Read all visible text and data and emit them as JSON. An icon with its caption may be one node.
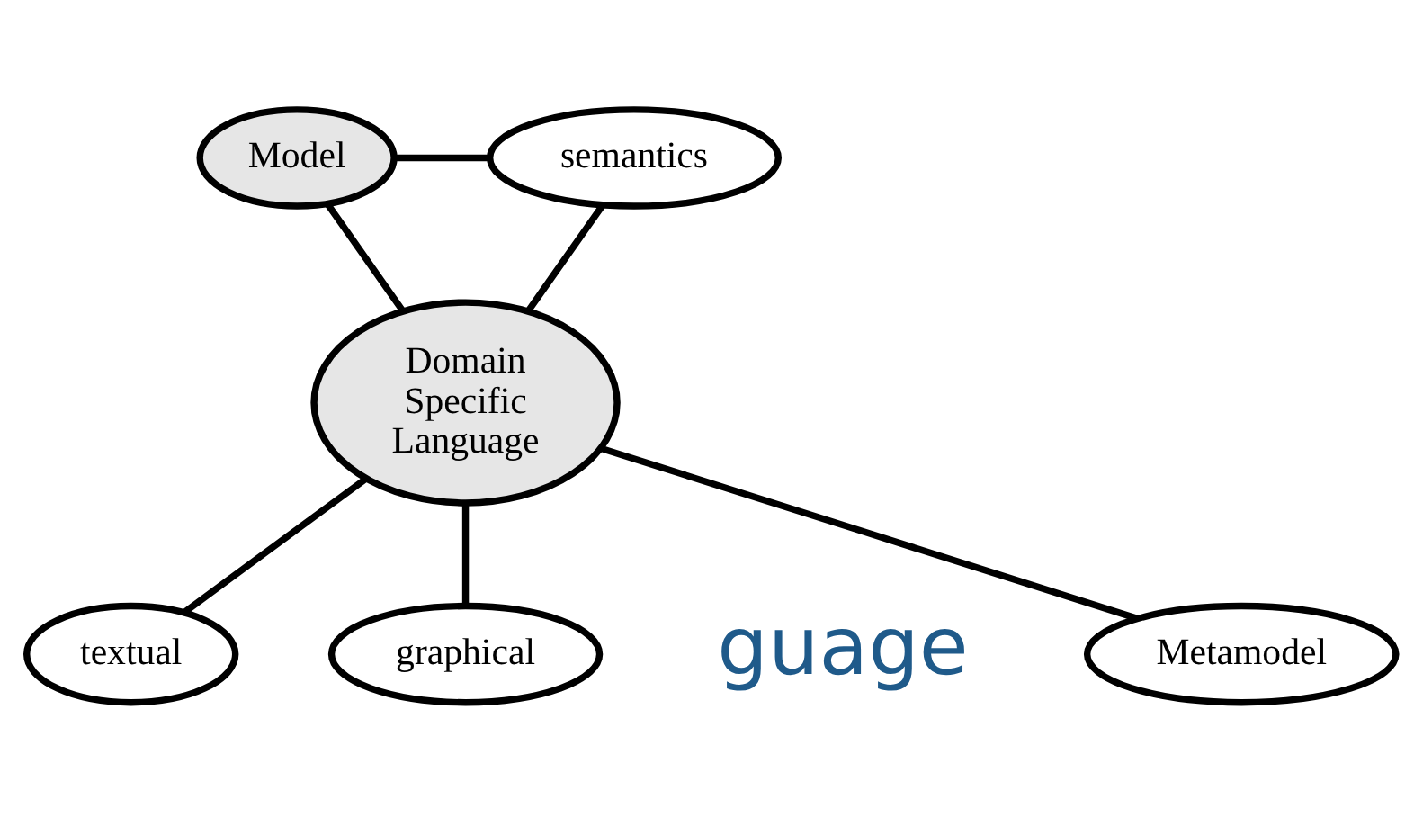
{
  "diagram": {
    "nodes": [
      {
        "text": [
          "Model"
        ]
      },
      {
        "text": [
          "semantics"
        ]
      },
      {
        "text": [
          "Domain Specific Language"
        ]
      },
      {
        "text": [
          "Metamodel"
        ]
      },
      {
        "text": [
          "textual"
        ]
      },
      {
        "text": [
          "graphical"
        ]
      }
    ],
    "edges": [
      {
        "from": 0,
        "to": 1,
        "arrow": "none"
      },
      {
        "from": 0,
        "to": 2,
        "arrow": "none"
      },
      {
        "from": 1,
        "to": 2,
        "arrow": "none"
      },
      {
        "from": 2,
        "to": 3,
        "arrow": "none"
      },
      {
        "from": 2,
        "to": 4,
        "arrow": "none"
      },
      {
        "from": 2,
        "to": 5,
        "arrow": "none"
      }
    ],
    "labels": [
      "guage"
    ]
  }
}
